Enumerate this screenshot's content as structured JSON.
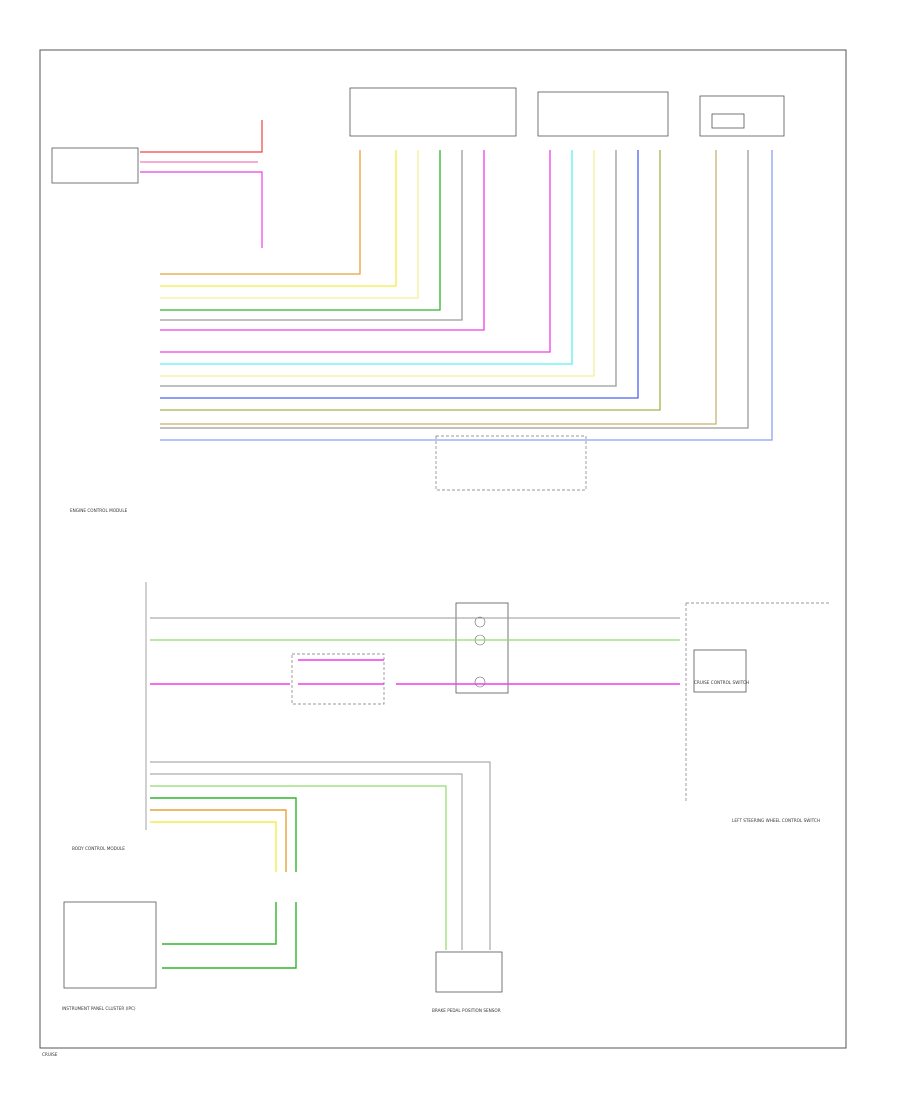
{
  "labels": {
    "ecm_title": "ENGINE CONTROL MODULE",
    "body_title": "BODY CONTROL MODULE",
    "instrument_title": "INSTRUMENT PANEL CLUSTER (IPC)",
    "brake_switch_title": "BRAKE PEDAL POSITION SENSOR",
    "steering_title": "LEFT STEERING WHEEL CONTROL SWITCH",
    "cruise_switch_title": "CRUISE CONTROL SWITCH",
    "footer": "CRUISE"
  },
  "colors": {
    "orange": "#e8a23a",
    "yellow": "#f2ee4a",
    "lightyellow": "#f4ef9a",
    "green": "#2fb52a",
    "lightgreen": "#8fdc6a",
    "magenta": "#ee3ee8",
    "cyan": "#5ef0ee",
    "blue": "#4a64f0",
    "lightblue": "#8aa0f4",
    "tan": "#c8b270",
    "gray": "#9a9a9a",
    "red": "#ee4444",
    "pink": "#f27ac0",
    "darkgreen": "#1f8f1f",
    "olive": "#a7b04a"
  }
}
